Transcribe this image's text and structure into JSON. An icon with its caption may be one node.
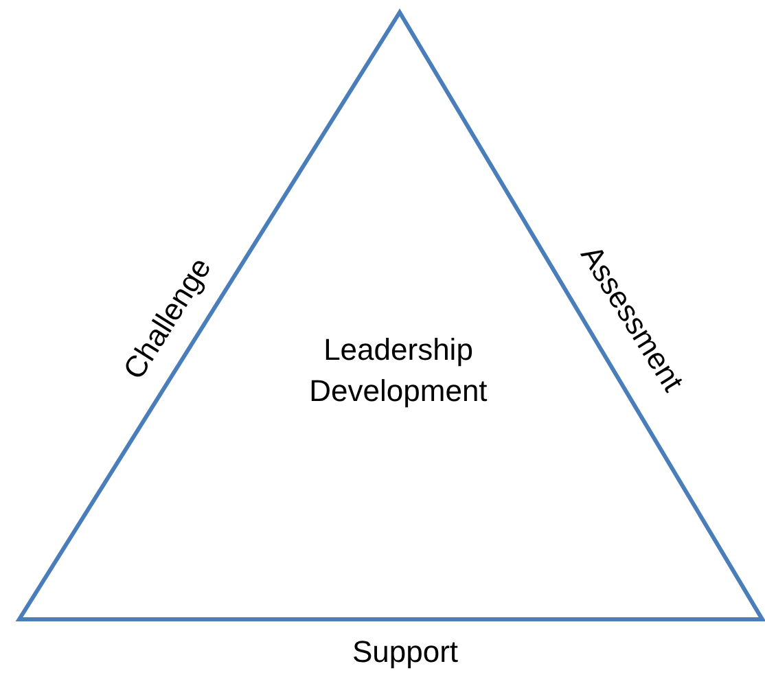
{
  "diagram": {
    "nodes": [
      {
        "text": [
          "Leadership Development"
        ]
      }
    ],
    "labels": [
      "Challenge",
      "Assessment",
      "Support"
    ]
  }
}
